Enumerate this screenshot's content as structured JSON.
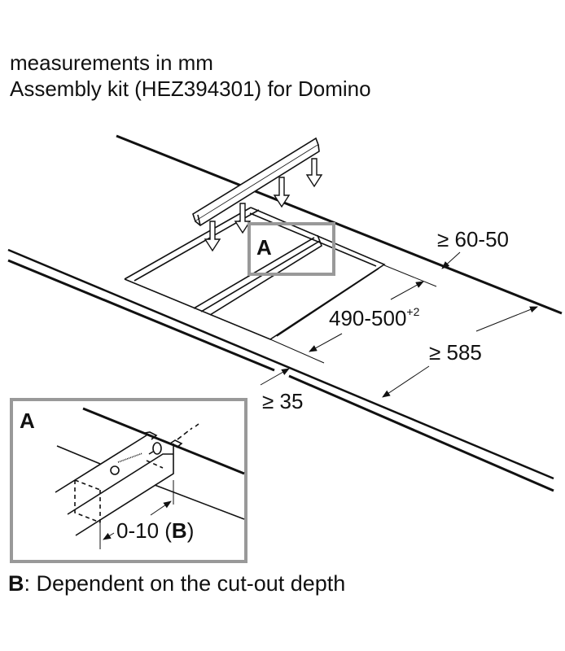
{
  "header": {
    "line1": "measurements in mm",
    "line2": "Assembly kit (HEZ394301) for Domino"
  },
  "diagram": {
    "detail_marker": "A",
    "dimensions": {
      "rear_edge": "≥ 60-50",
      "cutout_depth": "490-500",
      "cutout_depth_tolerance": "+2",
      "worktop_depth": "≥ 585",
      "front_edge": "≥ 35"
    },
    "detail": {
      "label": "A",
      "offset_prefix": "0-10 (",
      "offset_ref": "B",
      "offset_suffix": ")"
    }
  },
  "footnote": {
    "ref": "B",
    "text": ": Dependent on the cut-out depth"
  }
}
